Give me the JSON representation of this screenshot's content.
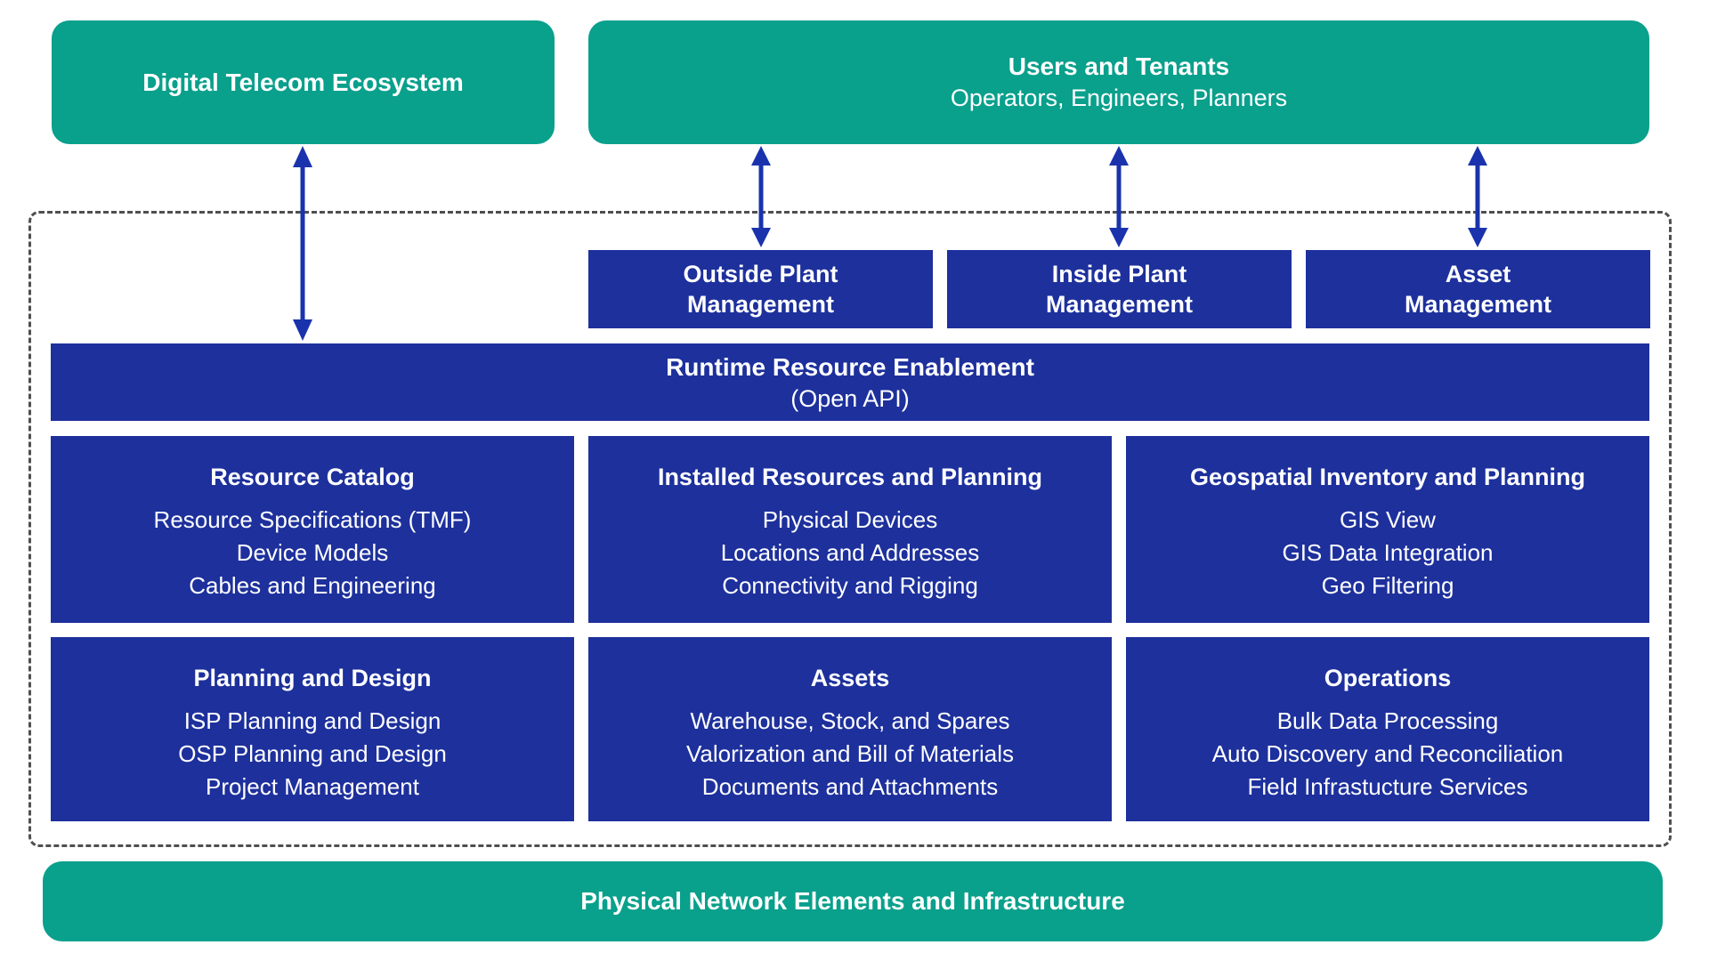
{
  "colors": {
    "teal": "#09A08C",
    "box-blue": "#1D309C",
    "arrow-blue": "#1A33AC",
    "dash-gray": "#4F4F4F",
    "text-white": "#FFFFFF"
  },
  "top": {
    "ecosystem_title": "Digital Telecom Ecosystem",
    "users_title": "Users and Tenants",
    "users_subtitle": "Operators, Engineers, Planners"
  },
  "plant_modules": [
    {
      "line1": "Outside Plant",
      "line2": "Management"
    },
    {
      "line1": "Inside Plant",
      "line2": "Management"
    },
    {
      "line1": "Asset",
      "line2": "Management"
    }
  ],
  "runtime": {
    "title": "Runtime Resource Enablement",
    "subtitle": "(Open API)"
  },
  "modules": [
    {
      "title": "Resource Catalog",
      "items": [
        "Resource Specifications (TMF)",
        "Device Models",
        "Cables and Engineering"
      ]
    },
    {
      "title": "Installed Resources and Planning",
      "items": [
        "Physical Devices",
        "Locations and Addresses",
        "Connectivity and Rigging"
      ]
    },
    {
      "title": "Geospatial Inventory and Planning",
      "items": [
        "GIS View",
        "GIS Data Integration",
        "Geo Filtering"
      ]
    },
    {
      "title": "Planning and Design",
      "items": [
        "ISP Planning and Design",
        "OSP Planning and Design",
        "Project Management"
      ]
    },
    {
      "title": "Assets",
      "items": [
        "Warehouse, Stock, and Spares",
        "Valorization and Bill of Materials",
        "Documents and Attachments"
      ]
    },
    {
      "title": "Operations",
      "items": [
        "Bulk Data Processing",
        "Auto Discovery and Reconciliation",
        "Field Infrastucture Services"
      ]
    }
  ],
  "bottom": {
    "title": "Physical Network Elements and Infrastructure"
  }
}
